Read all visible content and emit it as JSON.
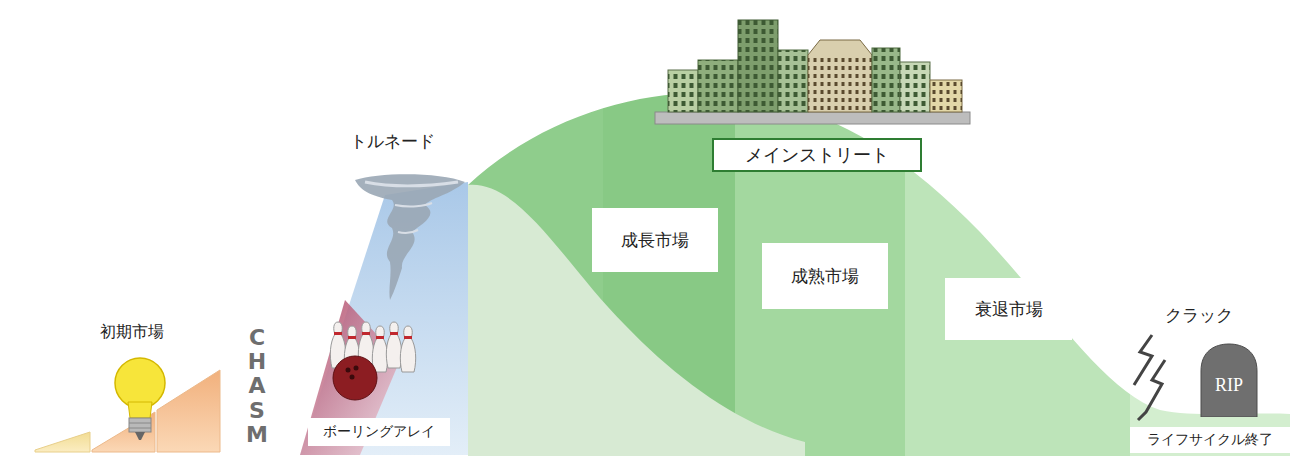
{
  "diagram": {
    "nodes": [
      {
        "text": [
          "ボーリングアレイ"
        ]
      },
      {
        "text": [
          "メインストリート"
        ]
      },
      {
        "text": [
          "成長市場"
        ]
      },
      {
        "text": [
          "成熟市場"
        ]
      },
      {
        "text": [
          "衰退市場"
        ]
      },
      {
        "text": [
          "RIP"
        ]
      },
      {
        "text": [
          "ライフサイクル終了"
        ]
      }
    ],
    "labels": [
      "初期市場",
      "CHASM",
      "トルネード",
      "クラック"
    ]
  }
}
